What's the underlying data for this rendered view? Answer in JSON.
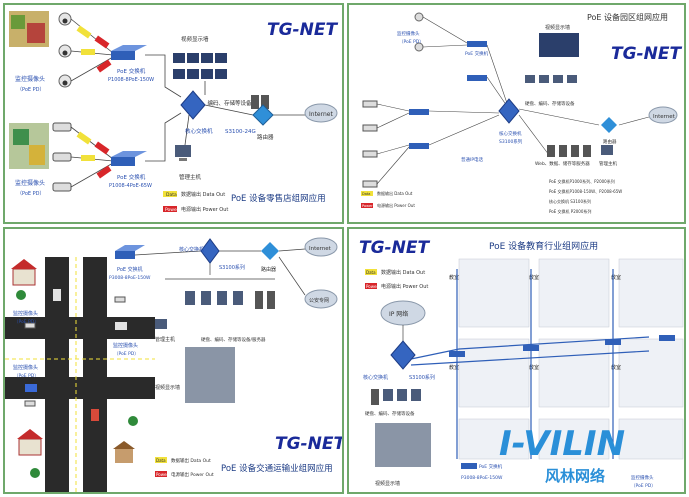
{
  "colors": {
    "panel_border": "#6fa86b",
    "logo": "#1a2a9a",
    "logo_accent": "#d61f1f",
    "data_tag": "#f1e13a",
    "power_tag": "#d8262a",
    "switch": "#2f5fb8",
    "core": "#3565c0",
    "router": "#2f8fd8"
  },
  "brand": {
    "logo": "TG-NET",
    "brand_en": "I-VILIN",
    "brand_cn": "风林网络"
  },
  "legend": {
    "data_tag": "Data",
    "data_text": "数据输出 Data Out",
    "power_tag": "Power",
    "power_text": "电源输出 Power Out"
  },
  "common": {
    "internet": "Internet",
    "router": "路由器",
    "core_switch": "核心交换机",
    "core_model": "S3100-24G",
    "s3100": "S3100系列",
    "nvr": "硬盘、编码、存储等设备",
    "mgmt_host": "管理主机",
    "display": "视频显示墙",
    "cam_label": "监控摄像头",
    "pd": "（PoE PD）"
  },
  "p1": {
    "title": "PoE 设备零售店组网应用",
    "sw_top_name": "PoE 交换机",
    "sw_top_model": "P1008-8PoE-150W",
    "sw_bot_name": "PoE 交换机",
    "sw_bot_model": "P1008-4PoE-65W"
  },
  "p2": {
    "title": "PoE 设备园区组网应用",
    "web": "Web、数据、储存等服务器",
    "switch_label": "PoE 交换机",
    "ip_phone": "普通IP电话",
    "legend_items": [
      "PoE 交换机P1000系列、P2000系列",
      "PoE 交换机P1008-150W、P2008-65W",
      "核心交换机 S3100系列",
      "PoE 交换机 P2000系列"
    ]
  },
  "p3": {
    "title": "PoE 设备交通运输业组网应用",
    "sw_name": "PoE 交换机",
    "sw_model": "P3008-8PoE-150W",
    "security": "公安专网",
    "servers": "硬盘、编码、存储等设备/服务器",
    "display": "视频显示墙"
  },
  "p4": {
    "title": "PoE  设备教育行业组网应用",
    "ip_net": "IP 网络",
    "classroom": "教室",
    "sw_label": "PoE 交换机",
    "sw_model": "P3008-8PoE-150W"
  }
}
